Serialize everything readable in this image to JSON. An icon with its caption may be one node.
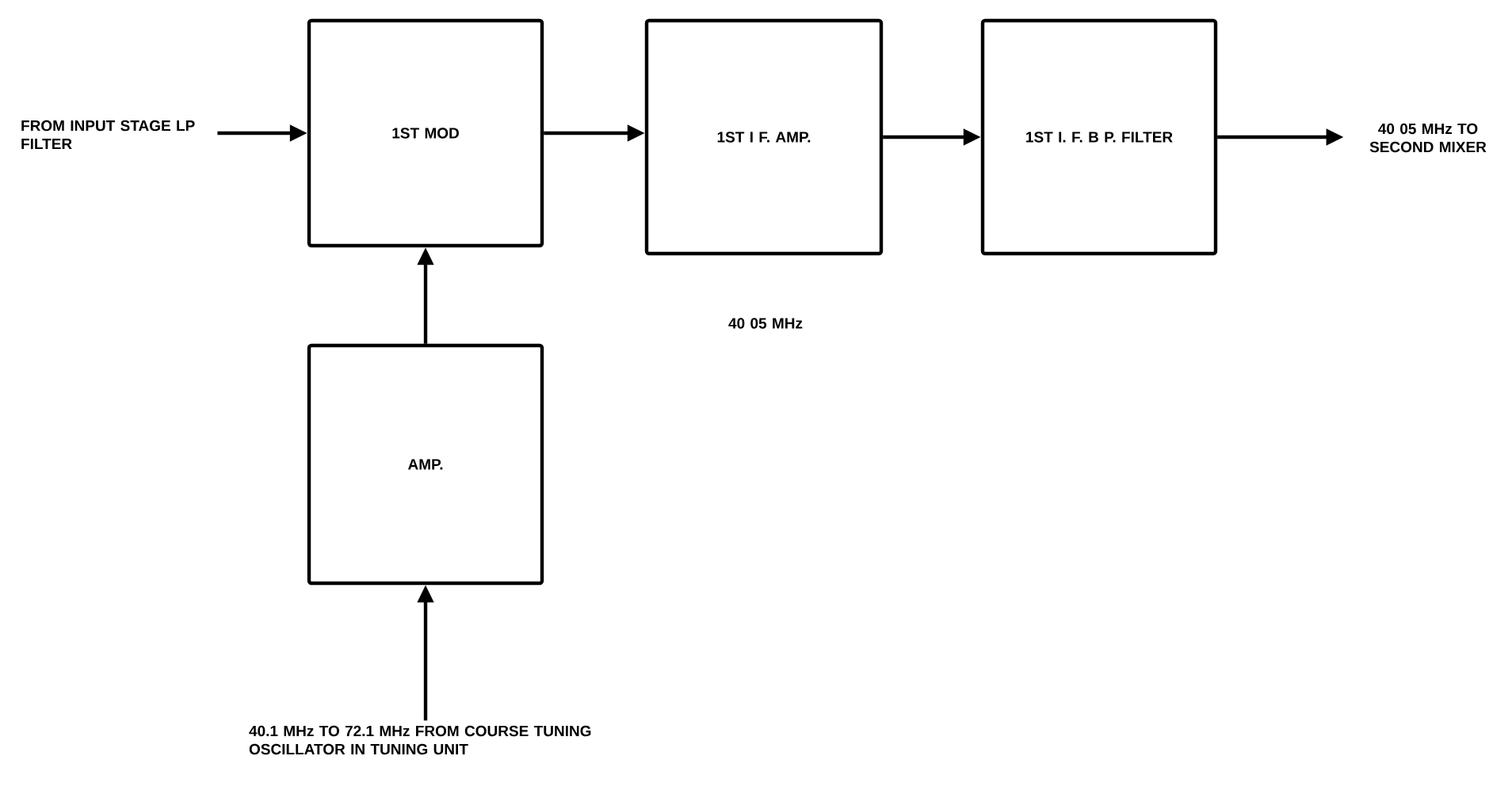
{
  "diagram": {
    "nodes": [
      {
        "text": [
          "FROM INPUT STAGE LP FILTER"
        ]
      },
      {
        "text": [
          "1ST MOD"
        ]
      },
      {
        "text": [
          "1ST I F. AMP."
        ]
      },
      {
        "text": [
          "1ST I. F. B P. FILTER"
        ]
      },
      {
        "text": [
          "40 05 MHz TO SECOND MIXER"
        ]
      },
      {
        "text": [
          "AMP."
        ]
      },
      {
        "text": [
          "40.1 MHz TO 72.1 MHz FROM COURSE TUNING OSCILLATOR IN TUNING UNIT"
        ]
      }
    ],
    "edges": [
      {
        "from": 0,
        "to": 1,
        "arrow": "to"
      },
      {
        "from": 1,
        "to": 2,
        "arrow": "to"
      },
      {
        "from": 2,
        "to": 3,
        "arrow": "to"
      },
      {
        "from": 3,
        "to": 4,
        "arrow": "to"
      },
      {
        "from": 5,
        "to": 1,
        "arrow": "to"
      },
      {
        "from": 6,
        "to": 5,
        "arrow": "to"
      }
    ],
    "labels": [
      "40 05 MHz"
    ]
  }
}
